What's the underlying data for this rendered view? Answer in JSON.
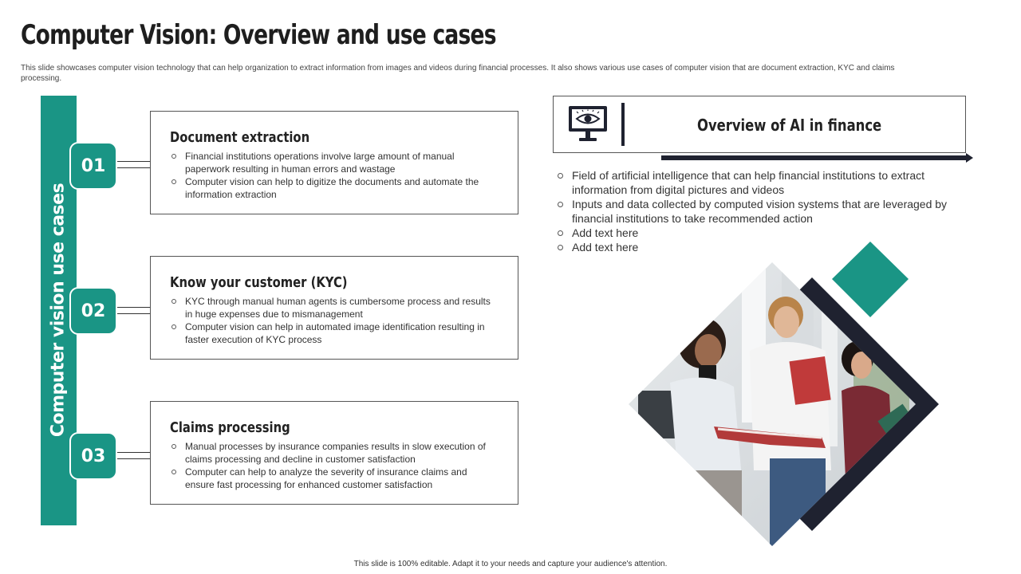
{
  "slide": {
    "title": "Computer Vision: Overview and use cases",
    "subtitle": "This slide showcases computer vision technology that can help organization to extract information from images and videos during financial processes. It also shows various use cases of computer vision that are document extraction, KYC and claims processing.",
    "side_label": "Computer vision use cases",
    "footer": "This slide is 100% editable. Adapt it to your needs and capture your audience's attention."
  },
  "use_cases": [
    {
      "number": "01",
      "title": "Document extraction",
      "bullets": [
        "Financial institutions operations involve large amount of manual paperwork resulting in human errors and wastage",
        "Computer vision can help to digitize the documents and automate the information extraction"
      ]
    },
    {
      "number": "02",
      "title": "Know your customer (KYC)",
      "bullets": [
        "KYC through manual human agents is cumbersome process and results in huge expenses due to mismanagement",
        "Computer vision can help in automated image identification resulting in faster execution of KYC process"
      ]
    },
    {
      "number": "03",
      "title": "Claims processing",
      "bullets": [
        "Manual processes by insurance companies results in slow execution of claims processing and decline in customer satisfaction",
        "Computer can help to analyze the severity of insurance claims and ensure fast processing for enhanced customer satisfaction"
      ]
    }
  ],
  "overview": {
    "title": "Overview of AI in finance",
    "icon": "monitor-eye-icon",
    "bullets": [
      "Field of artificial intelligence that can help financial institutions to extract information from digital pictures and videos",
      "Inputs and data collected by computed vision systems that are leveraged by financial institutions to take recommended action",
      "Add text here",
      "Add text here"
    ]
  },
  "colors": {
    "accent": "#1a9585",
    "dark": "#1f2230"
  }
}
